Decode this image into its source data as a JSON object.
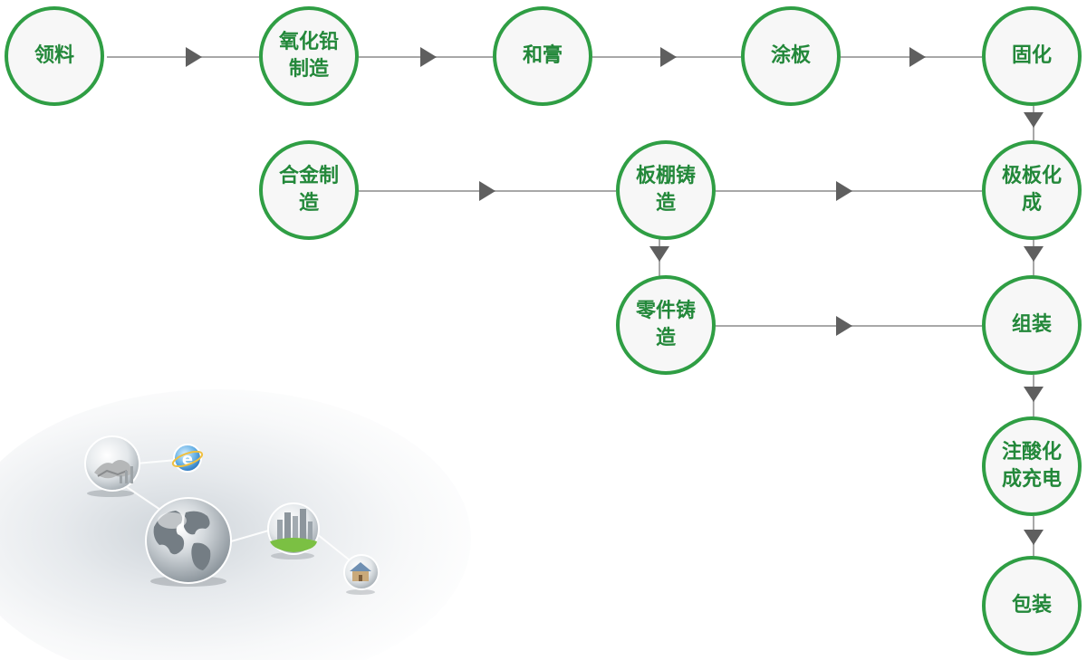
{
  "diagram": {
    "nodes": {
      "lingliao": "领料",
      "yanghuaqian": "氧化铅制造",
      "hegao": "和膏",
      "tuban": "涂板",
      "guhua": "固化",
      "hejin": "合金制造",
      "banpeng": "板棚铸造",
      "jibanhuacheng": "极板化成",
      "lingjian": "零件铸造",
      "zuzhuang": "组装",
      "zhusuan": "注酸化成充电",
      "baozhuang": "包装"
    }
  },
  "decoration": {
    "icons": [
      "handshake-globe-icon",
      "internet-explorer-icon",
      "world-globe-icon",
      "city-skyline-icon",
      "house-icon"
    ],
    "accent_green": "#2f9e44",
    "arrow_gray": "#5f5f5f"
  }
}
